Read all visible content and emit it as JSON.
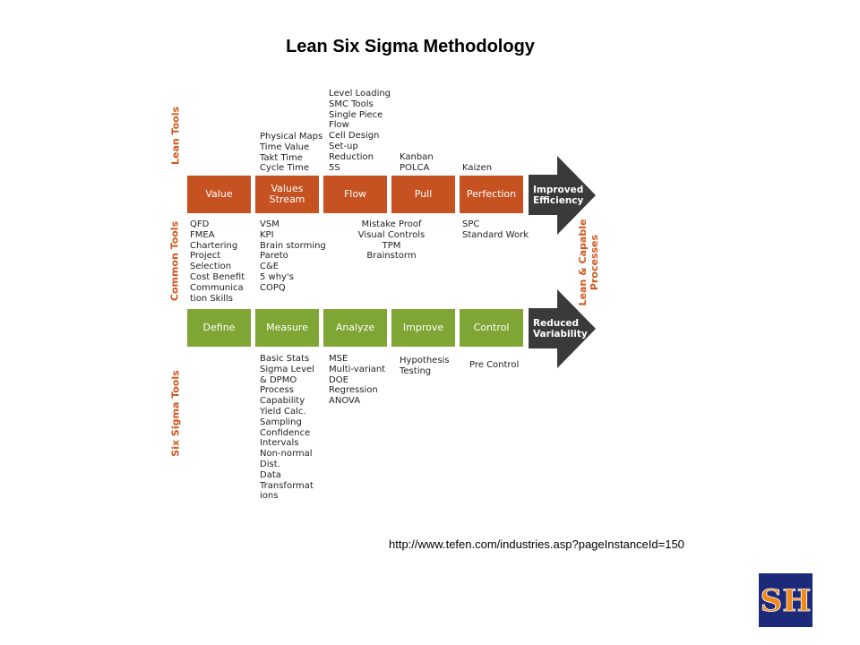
{
  "title": "Lean Six Sigma Methodology",
  "side_labels": {
    "lean_tools": "Lean Tools",
    "common_tools": "Common Tools",
    "six_sigma_tools": "Six Sigma Tools",
    "right": "Lean & Capable\nProcesses"
  },
  "lean_steps": [
    "Value",
    "Values\nStream",
    "Flow",
    "Pull",
    "Perfection"
  ],
  "sigma_steps": [
    "Define",
    "Measure",
    "Analyze",
    "Improve",
    "Control"
  ],
  "lean_tools": [
    "",
    "Physical Maps\nTime Value\nTakt Time\nCycle Time",
    "Level Loading\nSMC Tools\nSingle Piece\nFlow\nCell Design\nSet-up\nReduction\n5S",
    "Kanban\nPOLCA",
    "Kaizen"
  ],
  "common_tools": [
    "QFD\nFMEA\nChartering\nProject\nSelection\nCost Benefit\nCommunica\ntion Skills",
    "VSM\nKPI\nBrain storming\nPareto\nC&E\n5 why's\nCOPQ",
    "Mistake Proof\nVisual Controls\nTPM\nBrainstorm",
    "SPC\nStandard Work"
  ],
  "sigma_tools": [
    "Basic Stats\nSigma Level\n& DPMO\nProcess\nCapability\nYield Calc.\nSampling\nConfidence\nIntervals\nNon-normal\nDist.\nData\nTransformat\nions",
    "MSE\nMulti-variant\nDOE\nRegression\nANOVA",
    "Hypothesis\nTesting",
    "Pre Control"
  ],
  "arrows": {
    "top": "Improved\nEfficiency",
    "bottom": "Reduced\nVariability"
  },
  "source_url": "http://www.tefen.com/industries.asp?pageInstanceId=150",
  "logo_letters": "SH",
  "colors": {
    "lean": "#c65222",
    "sigma": "#7fa534",
    "arrow": "#3a3a3a",
    "label": "#d0571f",
    "logo_bg": "#1c2a7a",
    "logo_fg": "#f08a1c"
  }
}
